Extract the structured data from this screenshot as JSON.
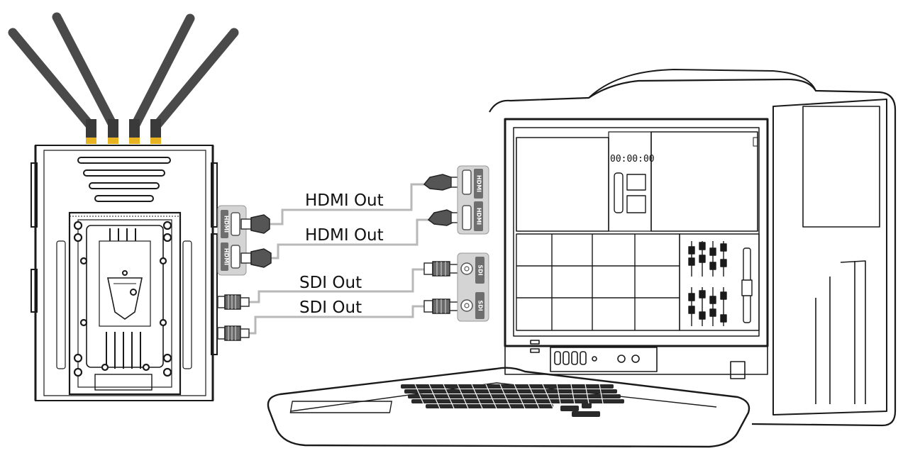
{
  "connections": [
    {
      "label": "HDMI Out",
      "type": "HDMI"
    },
    {
      "label": "HDMI Out",
      "type": "HDMI"
    },
    {
      "label": "SDI Out",
      "type": "SDI"
    },
    {
      "label": "SDI Out",
      "type": "SDI"
    }
  ],
  "transmitter": {
    "port_labels": [
      "HDMI",
      "HDMI"
    ]
  },
  "receiver_station": {
    "port_labels": [
      "HDMI",
      "HDMI",
      "SDI",
      "SDI"
    ],
    "screen": {
      "timecode": "00:00:00"
    }
  },
  "colors": {
    "outline": "#1a1a1a",
    "antenna": "#4a4a4a",
    "antenna_connector": "#e8b320",
    "cable": "#b8b8b8",
    "port_plate": "#d4d4d4",
    "port_label_bg": "#6e6e6e"
  }
}
